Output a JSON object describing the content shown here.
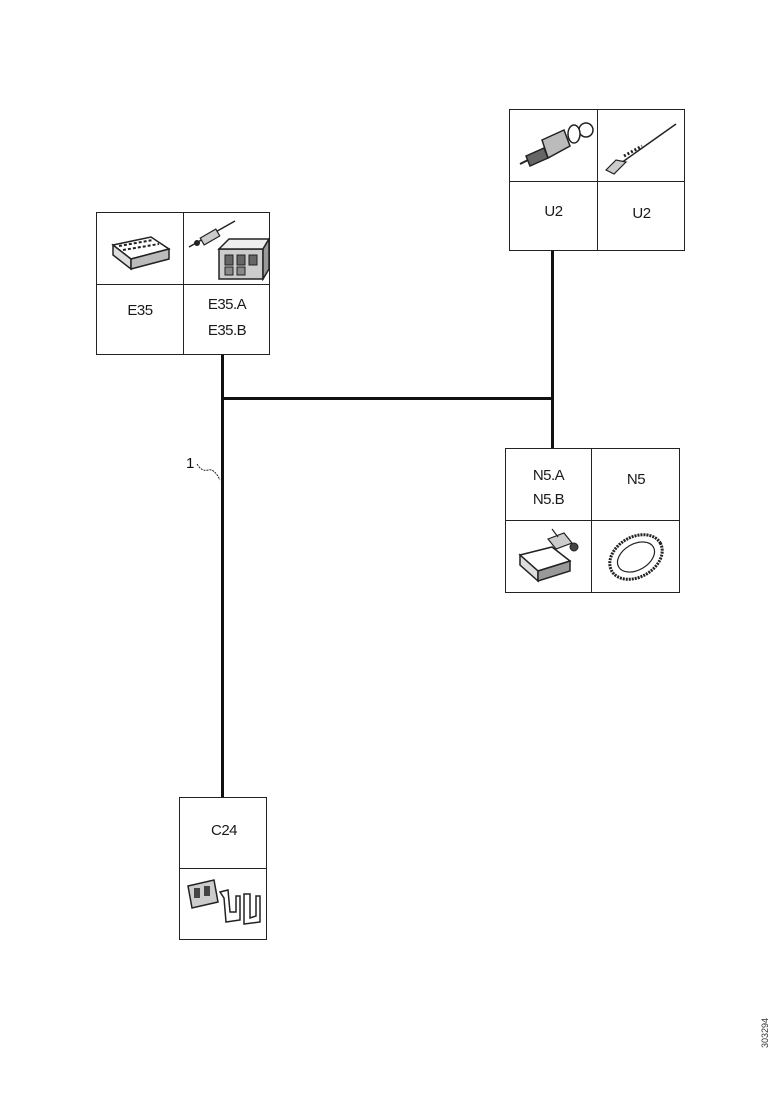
{
  "connectors": {
    "e35": {
      "left_label": "E35",
      "right_label_1": "E35.A",
      "right_label_2": "E35.B"
    },
    "u2": {
      "left_label": "U2",
      "right_label": "U2"
    },
    "n5": {
      "left_label_1": "N5.A",
      "left_label_2": "N5.B",
      "right_label": "N5"
    },
    "c24": {
      "label": "C24"
    }
  },
  "wires": {
    "main_label": "1"
  },
  "doc_id": "303294"
}
